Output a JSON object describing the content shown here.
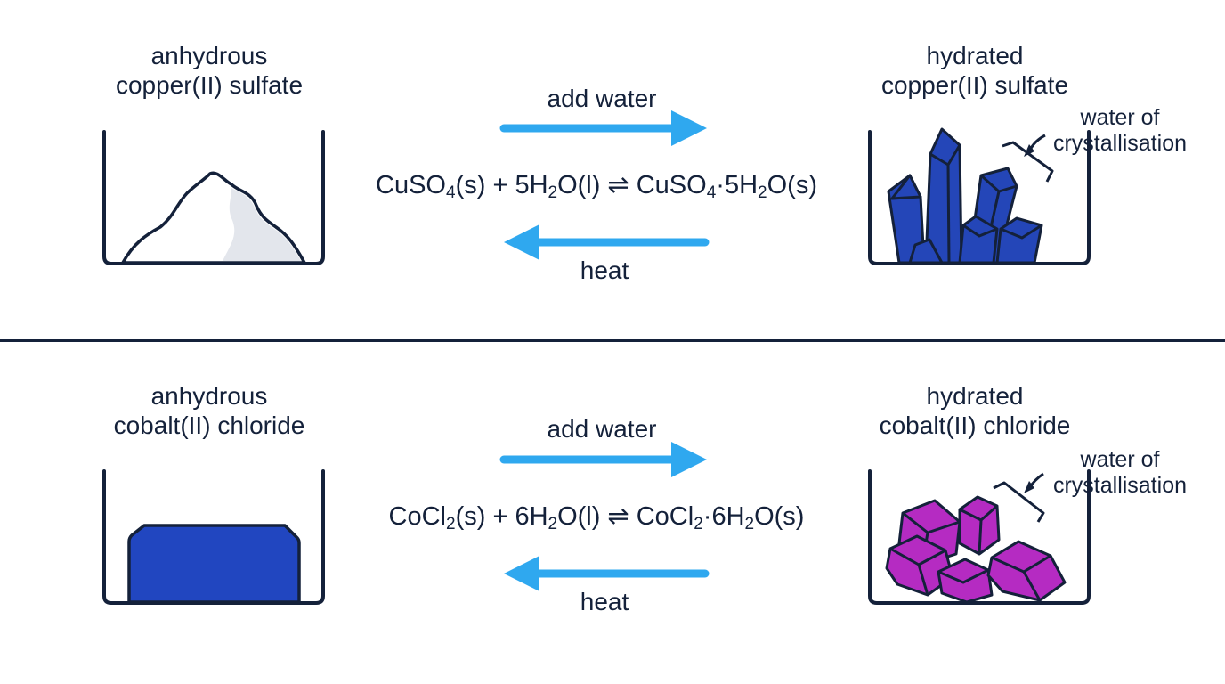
{
  "colors": {
    "ink": "#14213a",
    "arrow": "#2fa8ef",
    "copper_hydrated": "#2446b8",
    "cobalt_anhydrous": "#2146c0",
    "cobalt_hydrated": "#b52bc2",
    "powder_shade": "#e3e6ec"
  },
  "copper": {
    "anhydrous_label": [
      "anhydrous",
      "copper(II) sulfate"
    ],
    "hydrated_label": [
      "hydrated",
      "copper(II) sulfate"
    ],
    "forward_label": "add water",
    "reverse_label": "heat",
    "equation": {
      "lhs_formula_pre": "CuSO",
      "lhs_formula_sub": "4",
      "lhs_rest": "(s) + 5H",
      "lhs_water_sub": "2",
      "lhs_water_rest": "O(l)",
      "symbol": "⇌",
      "rhs_formula_pre": "CuSO",
      "rhs_formula_sub": "4",
      "rhs_mid": "·5H",
      "rhs_water_sub": "2",
      "rhs_rest": "O(s)"
    },
    "water_label": [
      "water of",
      "crystallisation"
    ],
    "icons": [
      "white-powder-icon",
      "blue-crystals-icon"
    ]
  },
  "cobalt": {
    "anhydrous_label": [
      "anhydrous",
      "cobalt(II) chloride"
    ],
    "hydrated_label": [
      "hydrated",
      "cobalt(II) chloride"
    ],
    "forward_label": "add water",
    "reverse_label": "heat",
    "equation": {
      "lhs_formula_pre": "CoCl",
      "lhs_formula_sub": "2",
      "lhs_rest": "(s) + 6H",
      "lhs_water_sub": "2",
      "lhs_water_rest": "O(l)",
      "symbol": "⇌",
      "rhs_formula_pre": "CoCl",
      "rhs_formula_sub": "2",
      "rhs_mid": "·6H",
      "rhs_water_sub": "2",
      "rhs_rest": "O(s)"
    },
    "water_label": [
      "water of",
      "crystallisation"
    ],
    "icons": [
      "blue-solid-block-icon",
      "purple-crystals-icon"
    ]
  }
}
